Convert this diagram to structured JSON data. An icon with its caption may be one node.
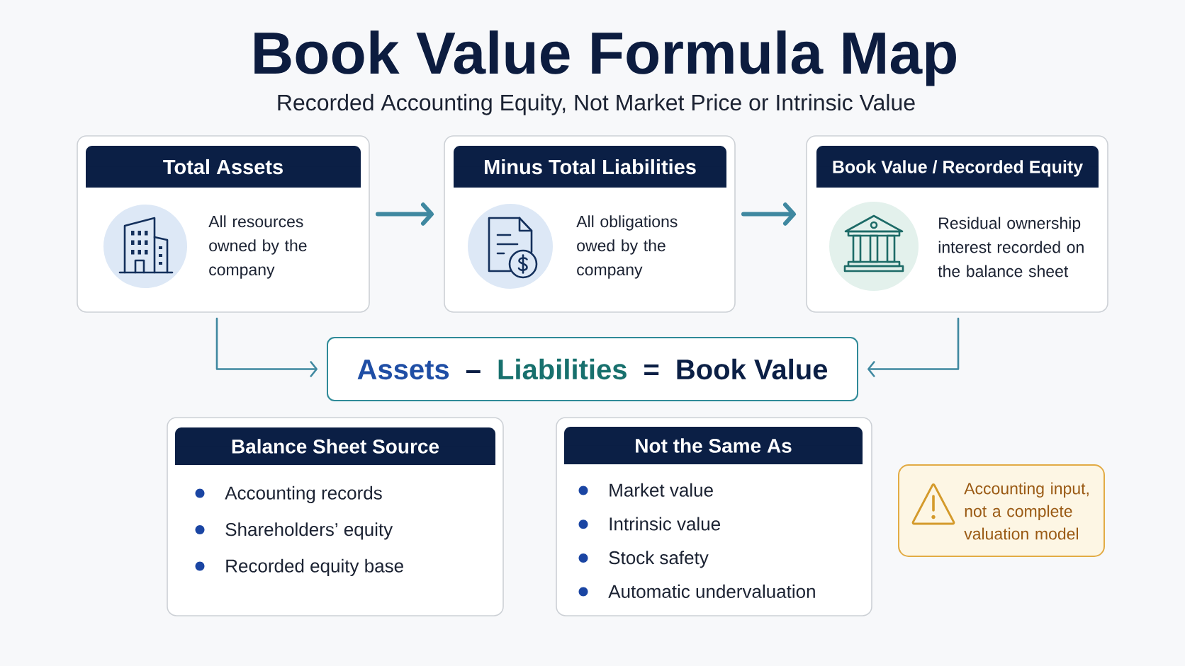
{
  "diagram": {
    "title": "Book Value Formula Map",
    "nodes": [
      {
        "text": [
          "Total Assets",
          "All resources owned by the company"
        ]
      },
      {
        "text": [
          "Minus Total Liabilities",
          "All obligations owed by the company"
        ]
      },
      {
        "text": [
          "Book Value / Recorded Equity",
          "Residual ownership interest recorded on the balance sheet"
        ]
      },
      {
        "text": [
          "Assets",
          "–",
          "Liabilities",
          "=",
          "Book Value"
        ]
      },
      {
        "text": [
          "Balance Sheet Source",
          "Accounting records",
          "Shareholders’ equity",
          "Recorded equity base"
        ]
      },
      {
        "text": [
          "Not the Same As",
          "Market value",
          "Intrinsic value",
          "Stock safety",
          "Automatic undervaluation"
        ]
      },
      {
        "text": [
          "Accounting input, not a complete valuation model"
        ]
      }
    ],
    "edges": [
      {
        "from": 0,
        "to": 1,
        "arrow": "to",
        "style": "thick"
      },
      {
        "from": 1,
        "to": 2,
        "arrow": "to",
        "style": "thick"
      },
      {
        "from": 0,
        "to": 3,
        "arrow": "to"
      },
      {
        "from": 2,
        "to": 3,
        "arrow": "to"
      }
    ],
    "labels": [
      "Recorded Accounting Equity, Not Market Price or Intrinsic Value"
    ]
  }
}
